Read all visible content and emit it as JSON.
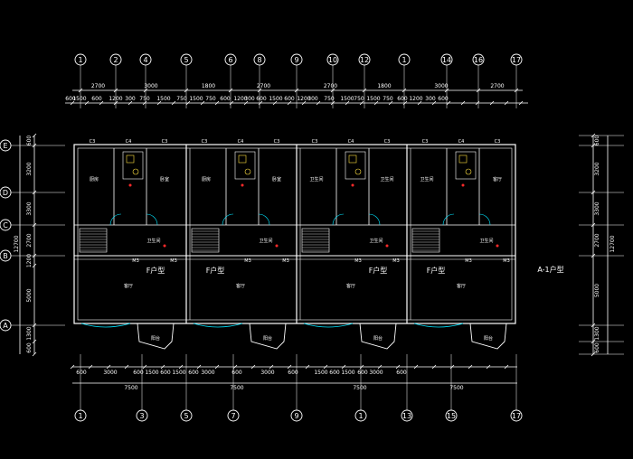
{
  "colors": {
    "background": "#000000",
    "walls": "#ffffff",
    "axis": "#ffffff",
    "dims": "#ffffff",
    "openings": "#00e5ff",
    "symbols": "#ff2a2a",
    "fixtures": "#ffe040"
  },
  "top_axes": [
    "1",
    "2",
    "4",
    "5",
    "6",
    "8",
    "9",
    "10",
    "12",
    "1",
    "14",
    "16",
    "17"
  ],
  "bottom_axes": [
    "1",
    "3",
    "5",
    "7",
    "9",
    "1",
    "13",
    "15",
    "17"
  ],
  "left_axes": [
    "E",
    "D",
    "C",
    "B",
    "A"
  ],
  "top_dim_row1": [
    "2700",
    "3000",
    "1800",
    "2700",
    "2700",
    "1800",
    "3000",
    "2700"
  ],
  "top_dim_row2": [
    "600",
    "1500",
    "600",
    "1200",
    "300",
    "750",
    "1500",
    "750",
    "1500",
    "750",
    "600",
    "1200",
    "300",
    "600",
    "1500",
    "600",
    "1200",
    "300",
    "750",
    "1500",
    "750",
    "1500",
    "750",
    "600",
    "1200",
    "300",
    "600"
  ],
  "bottom_dim_row1": [
    "600",
    "3000",
    "600",
    "1500",
    "600",
    "1500",
    "600",
    "3000",
    "600",
    "3000",
    "600",
    "1500",
    "600",
    "1500",
    "600",
    "3000",
    "600"
  ],
  "bottom_dim_row2": [
    "7500",
    "7500",
    "7500",
    "7500"
  ],
  "left_dims": [
    "600",
    "3200",
    "3300",
    "2700",
    "1200",
    "5000",
    "1300",
    "600"
  ],
  "left_total": "12700",
  "right_dims": [
    "600",
    "3200",
    "3300",
    "2700",
    "5000",
    "1300",
    "600"
  ],
  "right_total": "12700",
  "plan_title": "A-1户型",
  "unit_labels": [
    "F户型",
    "F户型",
    "F户型",
    "F户型"
  ],
  "window_tags_top": [
    "C3",
    "C4",
    "C3",
    "C3",
    "C4",
    "C3",
    "C3",
    "C4",
    "C3",
    "C3",
    "C4",
    "C3"
  ],
  "door_tags": [
    "M3",
    "M3",
    "M3",
    "M3",
    "M3",
    "M3",
    "M3",
    "M3"
  ],
  "room_labels": [
    "厨房",
    "卧室",
    "卧室",
    "厨房",
    "卧室",
    "卧室",
    "卫生间",
    "卫生间",
    "卫生间",
    "卫生间",
    "客厅",
    "客厅",
    "客厅",
    "客厅",
    "阳台",
    "阳台",
    "阳台",
    "阳台"
  ]
}
